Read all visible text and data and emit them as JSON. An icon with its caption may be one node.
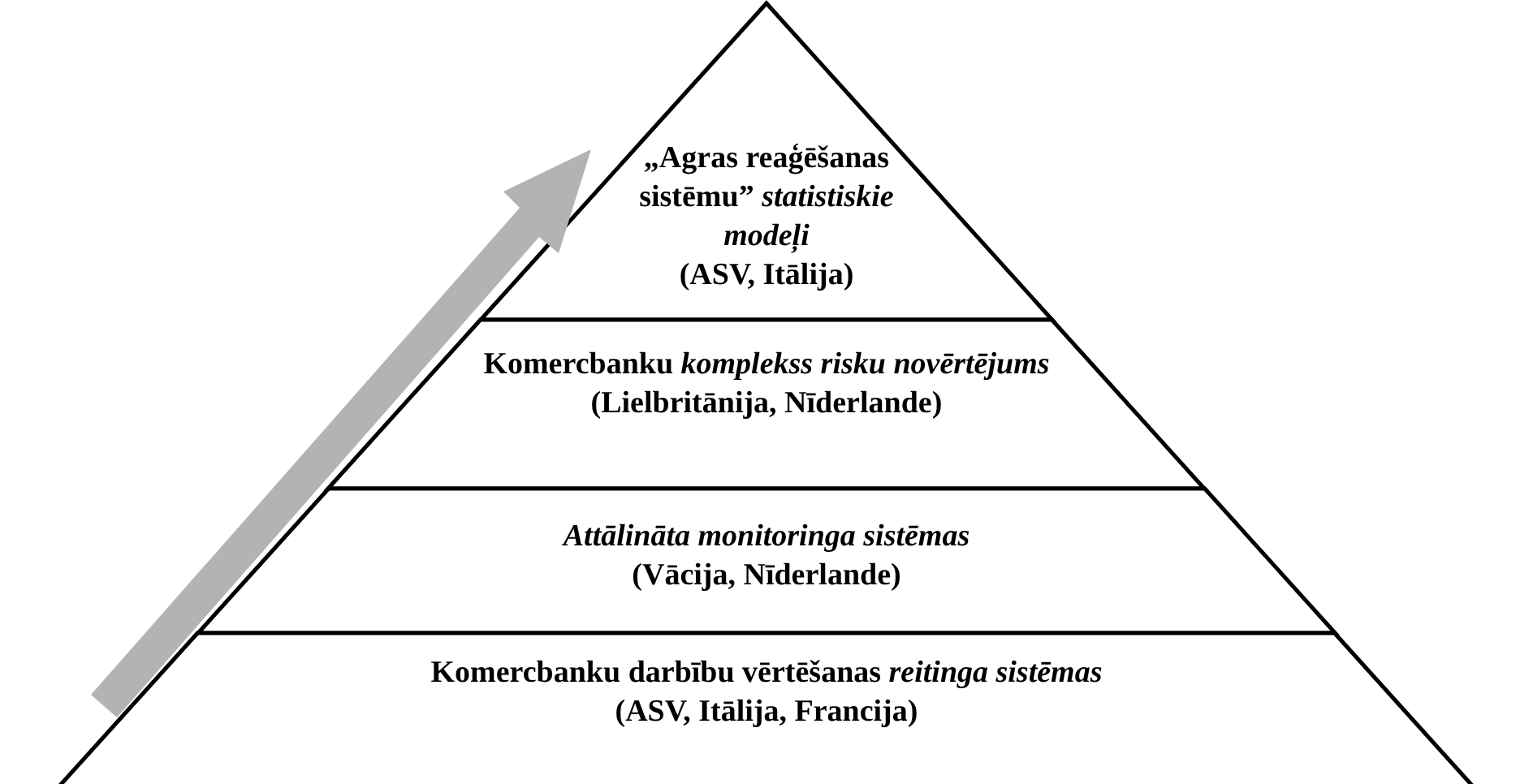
{
  "diagram": {
    "nodes": [
      {
        "text": [
          "„Agras reaģēšanas sistēmu” *statistiskie modeļi*",
          "(ASV, Itālija)"
        ]
      },
      {
        "text": [
          "Komercbanku *komplekss risku novērtējums*",
          "(Lielbritānija, Nīderlande)"
        ]
      },
      {
        "text": [
          "Attālināta monitoringa sistēmas",
          "(Vācija, Nīderlande)"
        ]
      },
      {
        "text": [
          "Komercbanku darbību vērtēšanas *reitinga sistēmas*",
          "(ASV, Itālija, Francija)"
        ]
      }
    ]
  }
}
